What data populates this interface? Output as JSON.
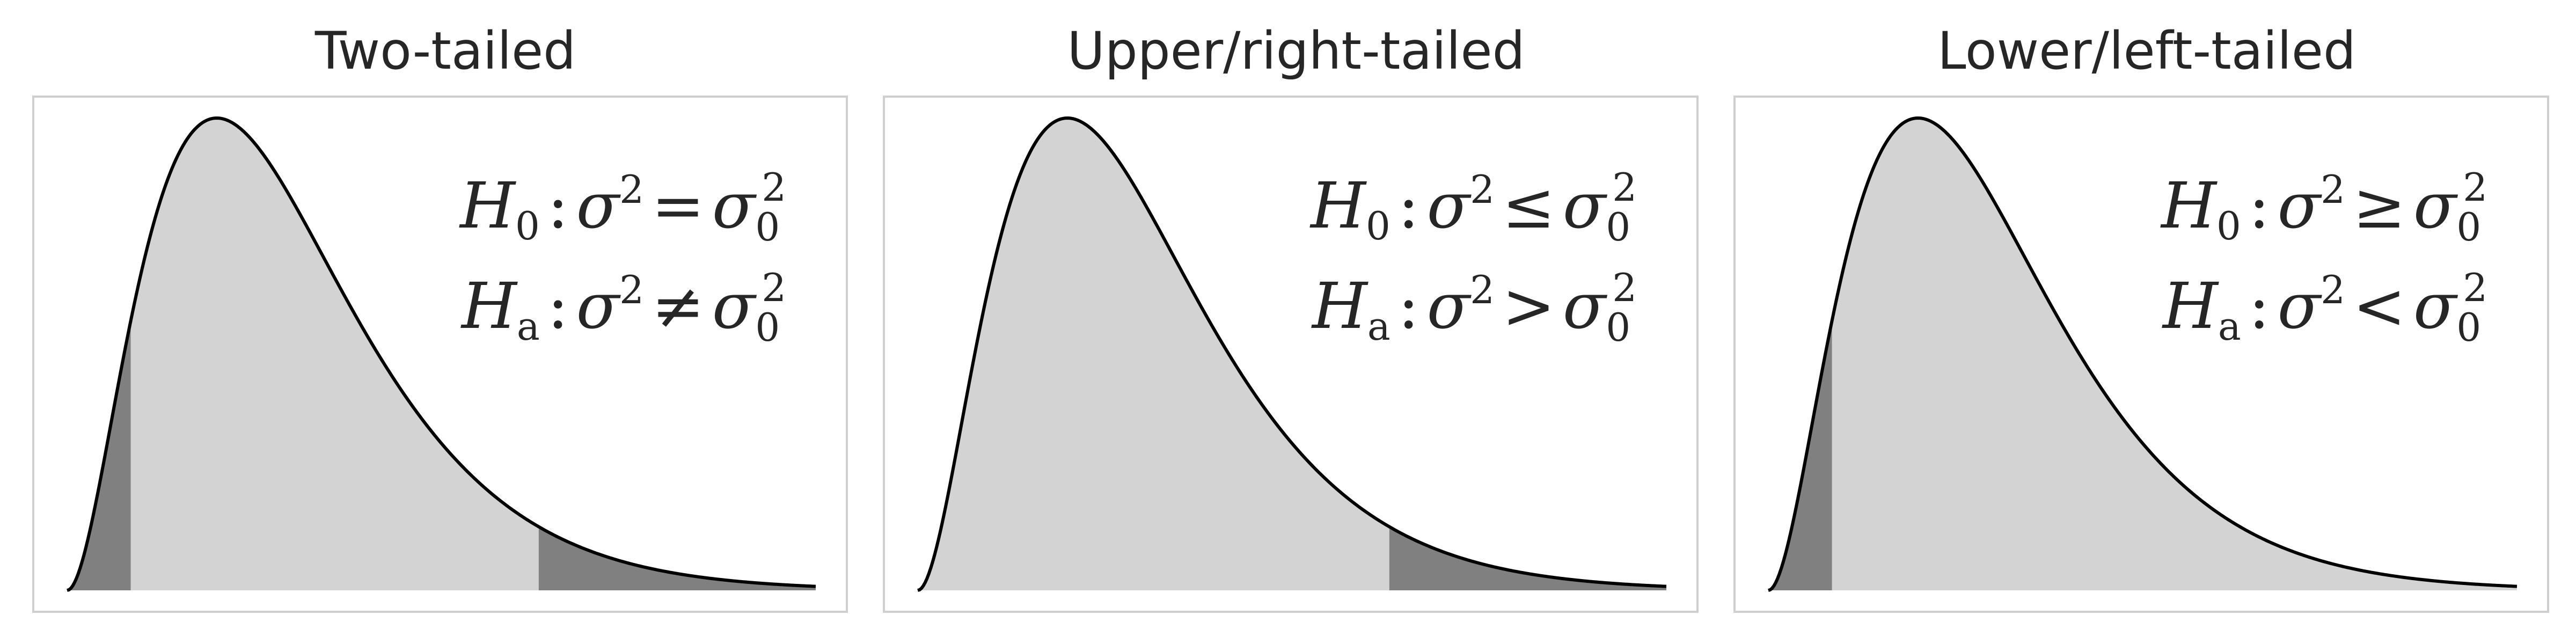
{
  "chart_data": [
    {
      "type": "area",
      "title": "Two-tailed",
      "distribution": "chi-square",
      "shaded_tails": [
        "lower",
        "upper"
      ],
      "colors": {
        "body": "#d3d3d3",
        "tail": "#808080",
        "curve": "#000000"
      },
      "grid": false,
      "hypotheses": {
        "null": {
          "H": "H",
          "sub_H": "0",
          "colon": ":",
          "sigma": "σ",
          "sup_sigma": "2",
          "op": "=",
          "sigma0": "σ",
          "sub_sigma0": "0",
          "sup_sigma0": "2"
        },
        "alt": {
          "H": "H",
          "sub_H": "a",
          "colon": ":",
          "sigma": "σ",
          "sup_sigma": "2",
          "op": "≠",
          "sigma0": "σ",
          "sub_sigma0": "0",
          "sup_sigma0": "2"
        }
      }
    },
    {
      "type": "area",
      "title": "Upper/right-tailed",
      "distribution": "chi-square",
      "shaded_tails": [
        "upper"
      ],
      "colors": {
        "body": "#d3d3d3",
        "tail": "#808080",
        "curve": "#000000"
      },
      "grid": false,
      "hypotheses": {
        "null": {
          "H": "H",
          "sub_H": "0",
          "colon": ":",
          "sigma": "σ",
          "sup_sigma": "2",
          "op": "≤",
          "sigma0": "σ",
          "sub_sigma0": "0",
          "sup_sigma0": "2"
        },
        "alt": {
          "H": "H",
          "sub_H": "a",
          "colon": ":",
          "sigma": "σ",
          "sup_sigma": "2",
          "op": ">",
          "sigma0": "σ",
          "sub_sigma0": "0",
          "sup_sigma0": "2"
        }
      }
    },
    {
      "type": "area",
      "title": "Lower/left-tailed",
      "distribution": "chi-square",
      "shaded_tails": [
        "lower"
      ],
      "colors": {
        "body": "#d3d3d3",
        "tail": "#808080",
        "curve": "#000000"
      },
      "grid": false,
      "hypotheses": {
        "null": {
          "H": "H",
          "sub_H": "0",
          "colon": ":",
          "sigma": "σ",
          "sup_sigma": "2",
          "op": "≥",
          "sigma0": "σ",
          "sub_sigma0": "0",
          "sup_sigma0": "2"
        },
        "alt": {
          "H": "H",
          "sub_H": "a",
          "colon": ":",
          "sigma": "σ",
          "sup_sigma": "2",
          "op": "<",
          "sigma0": "σ",
          "sub_sigma0": "0",
          "sup_sigma0": "2"
        }
      }
    }
  ]
}
